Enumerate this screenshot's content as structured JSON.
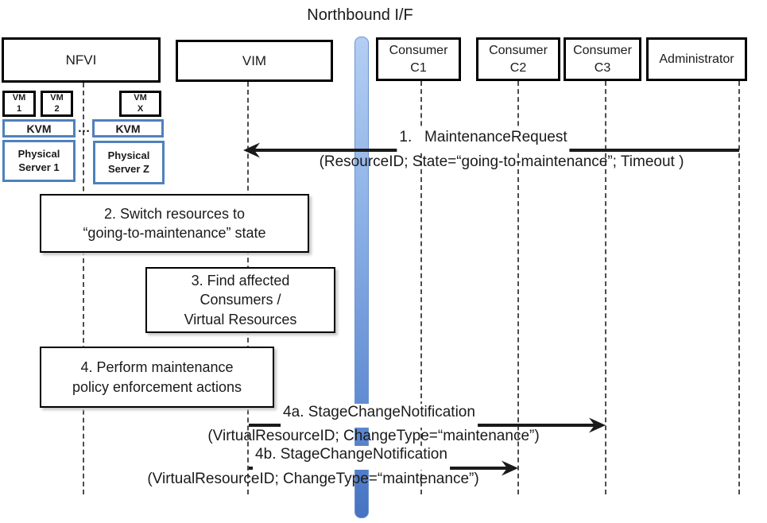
{
  "title": "Northbound I/F",
  "actors": {
    "nfvi": "NFVI",
    "vim": "VIM",
    "consumer1": [
      "Consumer",
      "C1"
    ],
    "consumer2": [
      "Consumer",
      "C2"
    ],
    "consumer3": [
      "Consumer",
      "C3"
    ],
    "administrator": "Administrator"
  },
  "nfvi_internals": {
    "vm1": [
      "VM",
      "1"
    ],
    "vm2": [
      "VM",
      "2"
    ],
    "vmx": [
      "VM",
      "X"
    ],
    "kvm1": "KVM",
    "kvm2": "KVM",
    "ellipsis": "…",
    "server1": [
      "Physical",
      "Server 1"
    ],
    "serverz": [
      "Physical",
      "Server Z"
    ]
  },
  "messages": {
    "m1": {
      "label": "1.   MaintenanceRequest",
      "params": "(ResourceID; State=“going-to-maintenance”; Timeout )",
      "from": "Administrator",
      "to": "VIM"
    },
    "m4a": {
      "label": "4a. StageChangeNotification",
      "params": "(VirtualResourceID; ChangeType=“maintenance”)",
      "from": "VIM",
      "to": "Consumer C3"
    },
    "m4b": {
      "label": "4b. StageChangeNotification",
      "params": "(VirtualResourceID; ChangeType=“maintenance”)",
      "from": "VIM",
      "to": "Consumer C2"
    }
  },
  "steps": {
    "step2": [
      "2. Switch resources to",
      "“going-to-maintenance” state"
    ],
    "step3": [
      "3. Find affected",
      "Consumers /",
      "Virtual Resources"
    ],
    "step4": [
      "4. Perform maintenance",
      "policy enforcement actions"
    ]
  },
  "colors": {
    "box_border": "#000000",
    "blue_accent": "#4F81BD",
    "bar_top": "#B3CEF2",
    "bar_bottom": "#4674C2",
    "lifeline": "#4d4d4d",
    "arrow": "#1a1a1a"
  }
}
